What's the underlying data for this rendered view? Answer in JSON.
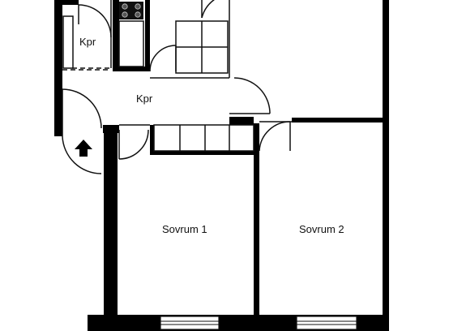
{
  "rooms": {
    "closet_top": "Kpr",
    "hall": "Kpr",
    "bedroom_1": "Sovrum 1",
    "bedroom_2": "Sovrum 2"
  },
  "colors": {
    "wall": "#000000",
    "line": "#111111",
    "background": "#ffffff"
  }
}
